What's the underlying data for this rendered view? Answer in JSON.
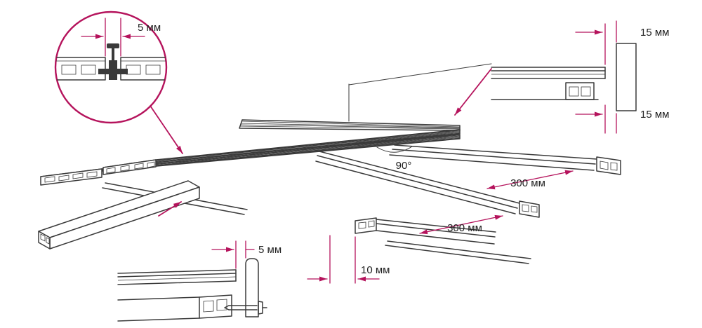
{
  "diagram": {
    "callouts": {
      "board_gap": {
        "label": "5 мм"
      },
      "wall_clearance_top": {
        "label": "15 мм"
      },
      "wall_clearance_bottom": {
        "label": "15 мм"
      },
      "deck_angle": {
        "label": "90°"
      },
      "joist_spacing_first": {
        "label": "300 мм"
      },
      "joist_spacing_rest": {
        "label": "300 мм"
      },
      "fascia_gap": {
        "label": "5 мм"
      },
      "board_overhang": {
        "label": "10 мм"
      }
    },
    "colors": {
      "ink": "#3a3a3a",
      "accent": "#b5135c",
      "background": "#ffffff"
    }
  }
}
